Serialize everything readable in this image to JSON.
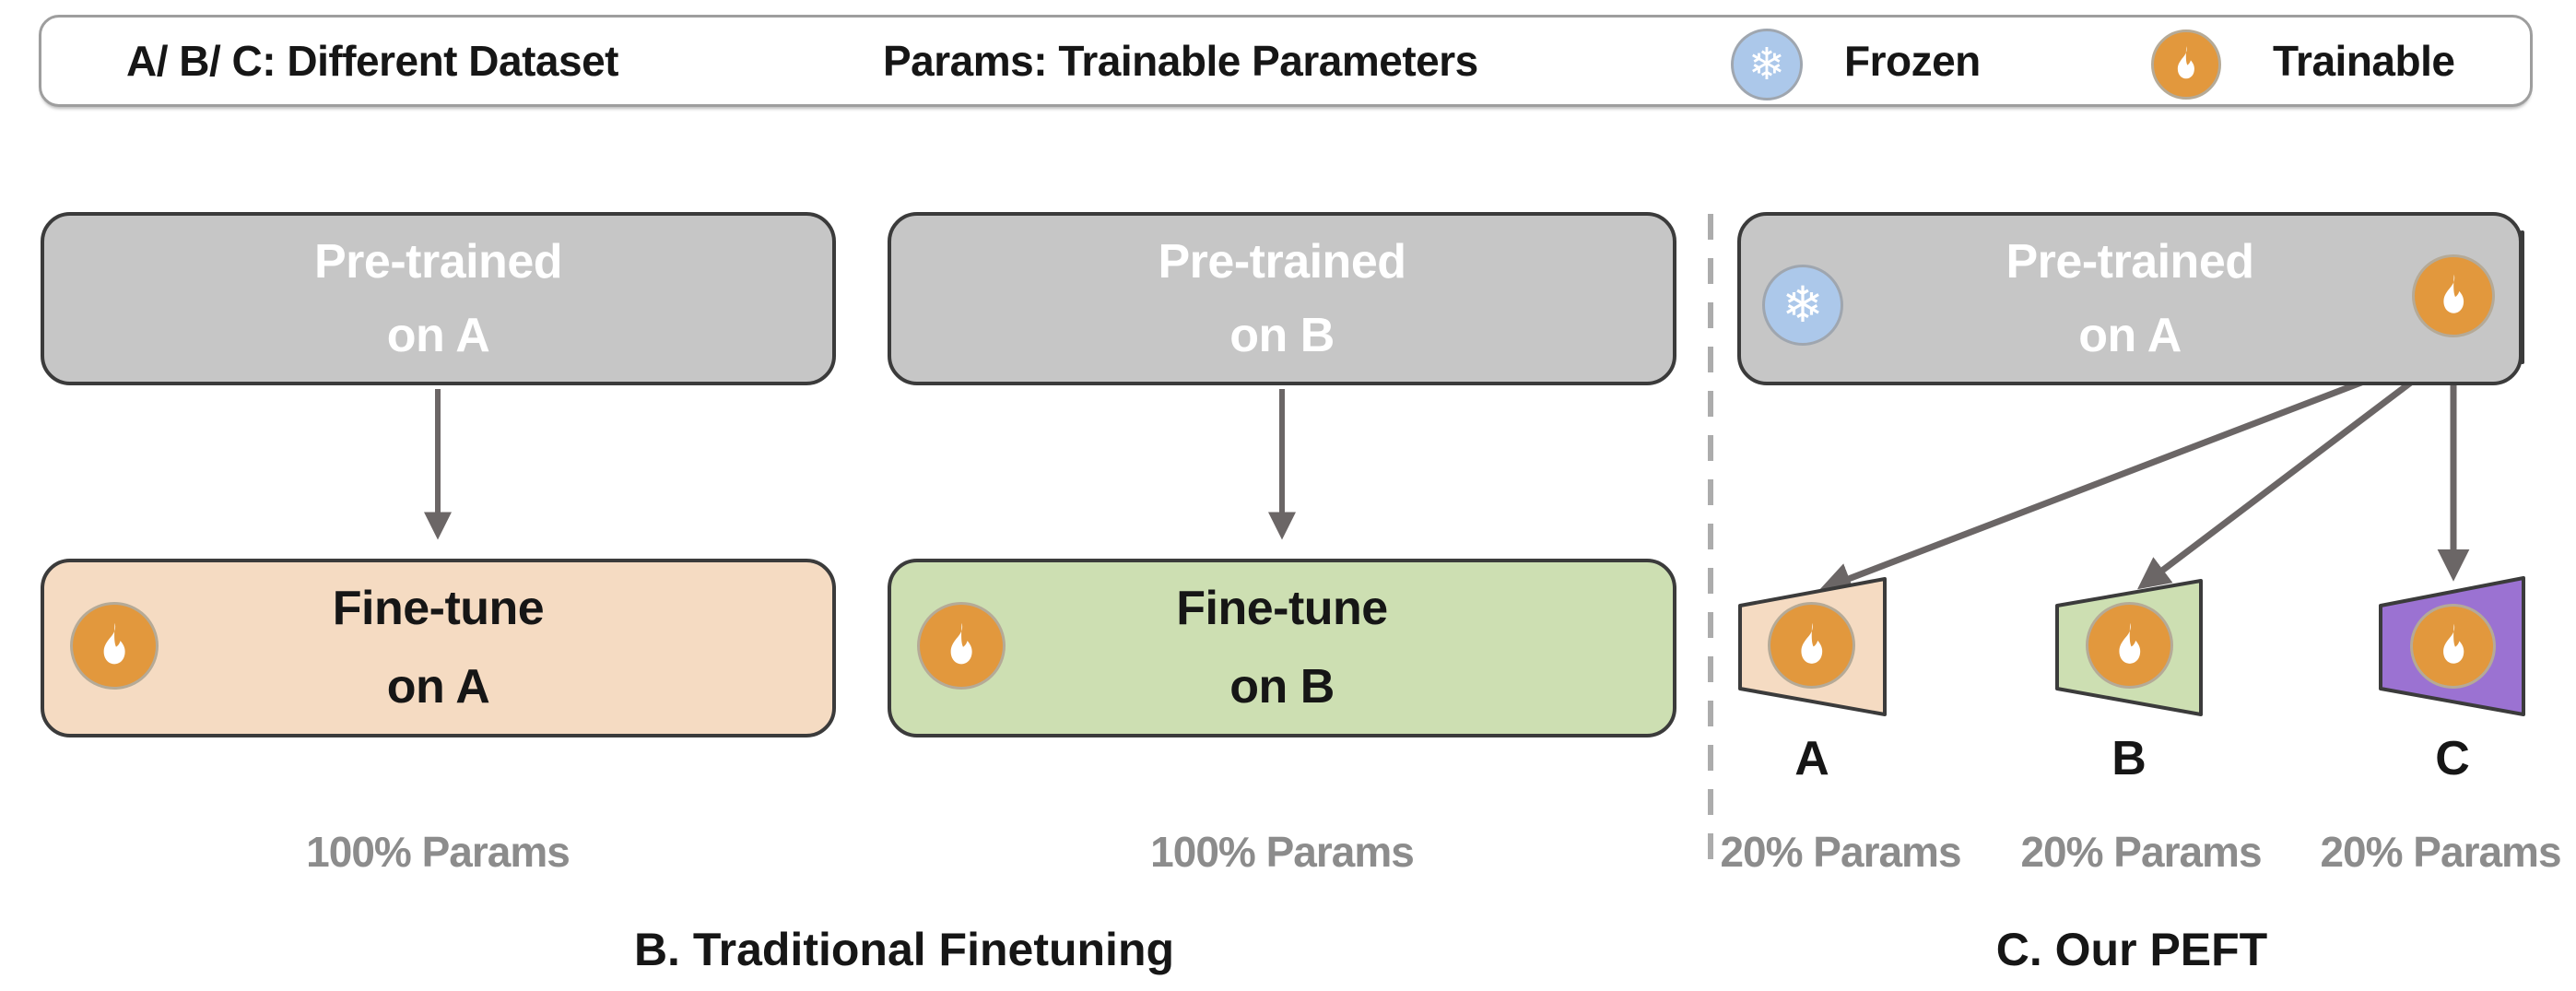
{
  "legend": {
    "dataset_note": "A/ B/ C: Different Dataset",
    "params_note": "Params: Trainable Parameters",
    "frozen_label": "Frozen",
    "trainable_label": "Trainable"
  },
  "section_b": {
    "caption": "B. Traditional Finetuning",
    "columns": [
      {
        "pretrained": {
          "line1": "Pre-trained",
          "line2": "on A"
        },
        "finetune": {
          "line1": "Fine-tune",
          "line2": "on A"
        },
        "params": "100% Params"
      },
      {
        "pretrained": {
          "line1": "Pre-trained",
          "line2": "on B"
        },
        "finetune": {
          "line1": "Fine-tune",
          "line2": "on B"
        },
        "params": "100% Params"
      }
    ]
  },
  "section_c": {
    "caption": "C. Our PEFT",
    "pretrained": {
      "line1": "Pre-trained",
      "line2": "on A"
    },
    "adapters": [
      {
        "label": "A",
        "params": "20% Params"
      },
      {
        "label": "B",
        "params": "20% Params"
      },
      {
        "label": "C",
        "params": "20% Params"
      }
    ]
  },
  "icons": {
    "snowflake_glyph": "❄",
    "frozen_icon_name": "snowflake-icon",
    "trainable_icon_name": "flame-icon"
  },
  "colors": {
    "canvas_bg": "#FFFFFF",
    "box_gray": "#C6C6C6",
    "box_border": "#3B3B3B",
    "peach": "#F5DBC2",
    "green": "#CDDFB2",
    "purple": "#9B72D2",
    "orange_trapezoid": "#EFBE7D",
    "badge_orange": "#E2983D",
    "badge_blue": "#ACC8EA",
    "arrow": "#6B6666",
    "dashed_divider": "#ACACAC",
    "params_text": "#8C8C8C",
    "text_dark": "#161616",
    "text_white": "#FFFFFF",
    "legend_border": "#9E9E9E"
  }
}
